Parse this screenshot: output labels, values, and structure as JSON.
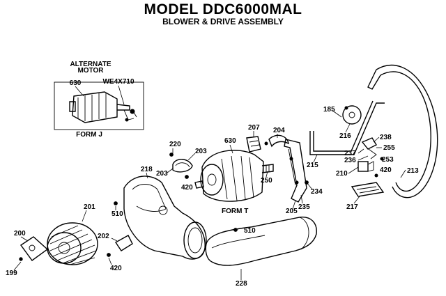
{
  "header": {
    "title": "MODEL DDC6000MAL",
    "subtitle": "BLOWER & DRIVE ASSEMBLY"
  },
  "inset": {
    "heading_line1": "ALTERNATE",
    "heading_line2": "MOTOR",
    "part_motor": "630",
    "part_number": "WE4X710",
    "form": "FORM J"
  },
  "callouts": {
    "c185": "185",
    "c216": "216",
    "c238": "238",
    "c255": "255",
    "c237": "237",
    "c236": "236",
    "c253": "253",
    "c210": "210",
    "c420b": "420",
    "c213": "213",
    "c215": "215",
    "c207": "207",
    "c204": "204",
    "c630": "630",
    "c220": "220",
    "c203a": "203",
    "c203b": "203",
    "c420a": "420",
    "c218": "218",
    "c250": "250",
    "c234": "234",
    "c205": "205",
    "c235": "235",
    "c217": "217",
    "c201": "201",
    "c510a": "510",
    "c510b": "510",
    "c200": "200",
    "c202": "202",
    "c199": "199",
    "c420c": "420",
    "c228": "228",
    "form_t": "FORM T"
  }
}
